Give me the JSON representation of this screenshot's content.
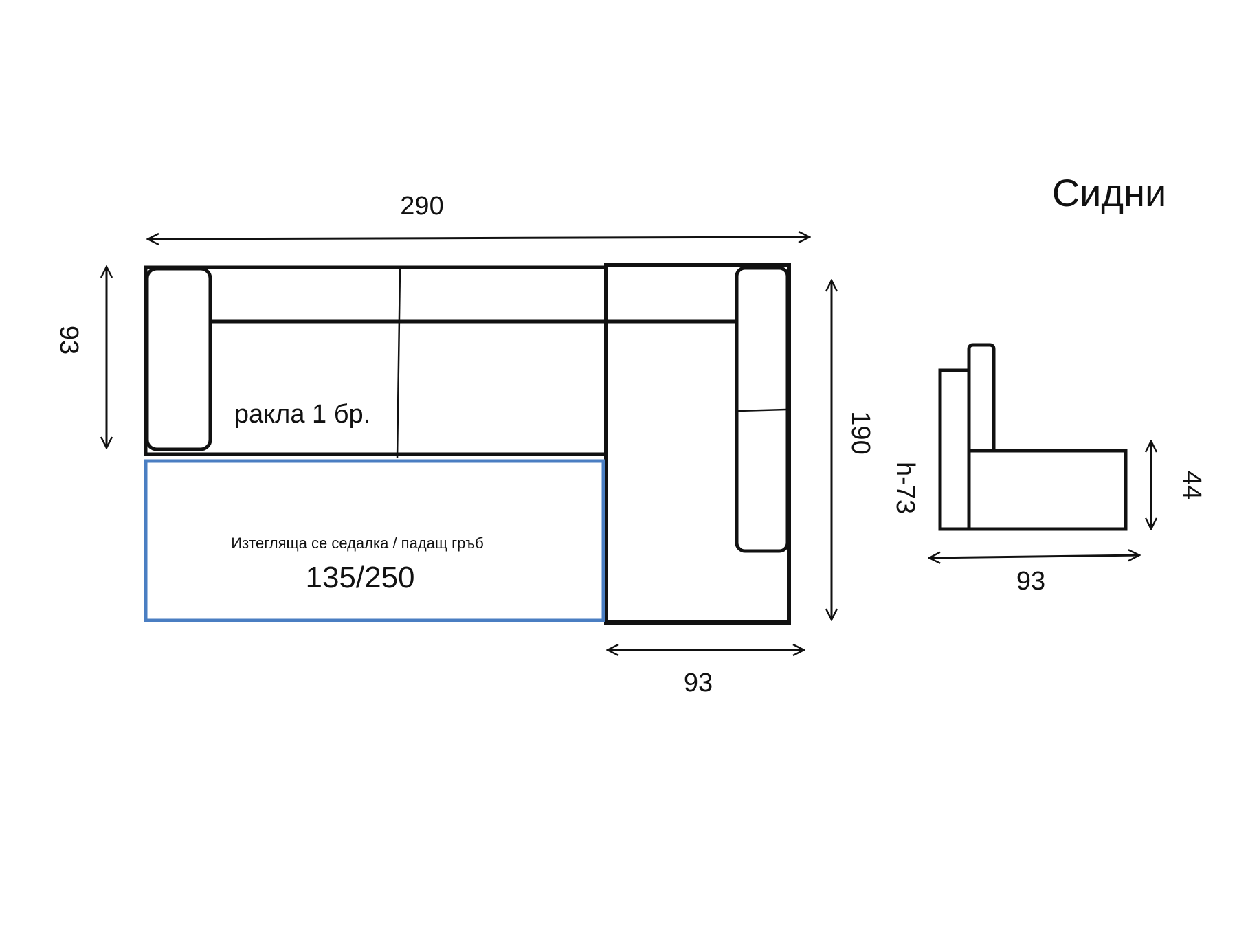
{
  "title": "Сидни",
  "dimensions": {
    "overall_width": "290",
    "left_depth": "93",
    "right_length": "190",
    "right_width": "93",
    "profile_depth": "93",
    "seat_height": "44",
    "total_height": "h-73"
  },
  "labels": {
    "storage": "ракла 1 бр.",
    "pullout_caption": "Изтегляща се седалка / падащ гръб",
    "pullout_size": "135/250"
  },
  "colors": {
    "line": "#111111",
    "pullout_outline": "#4a7ec2",
    "background": "#ffffff"
  }
}
